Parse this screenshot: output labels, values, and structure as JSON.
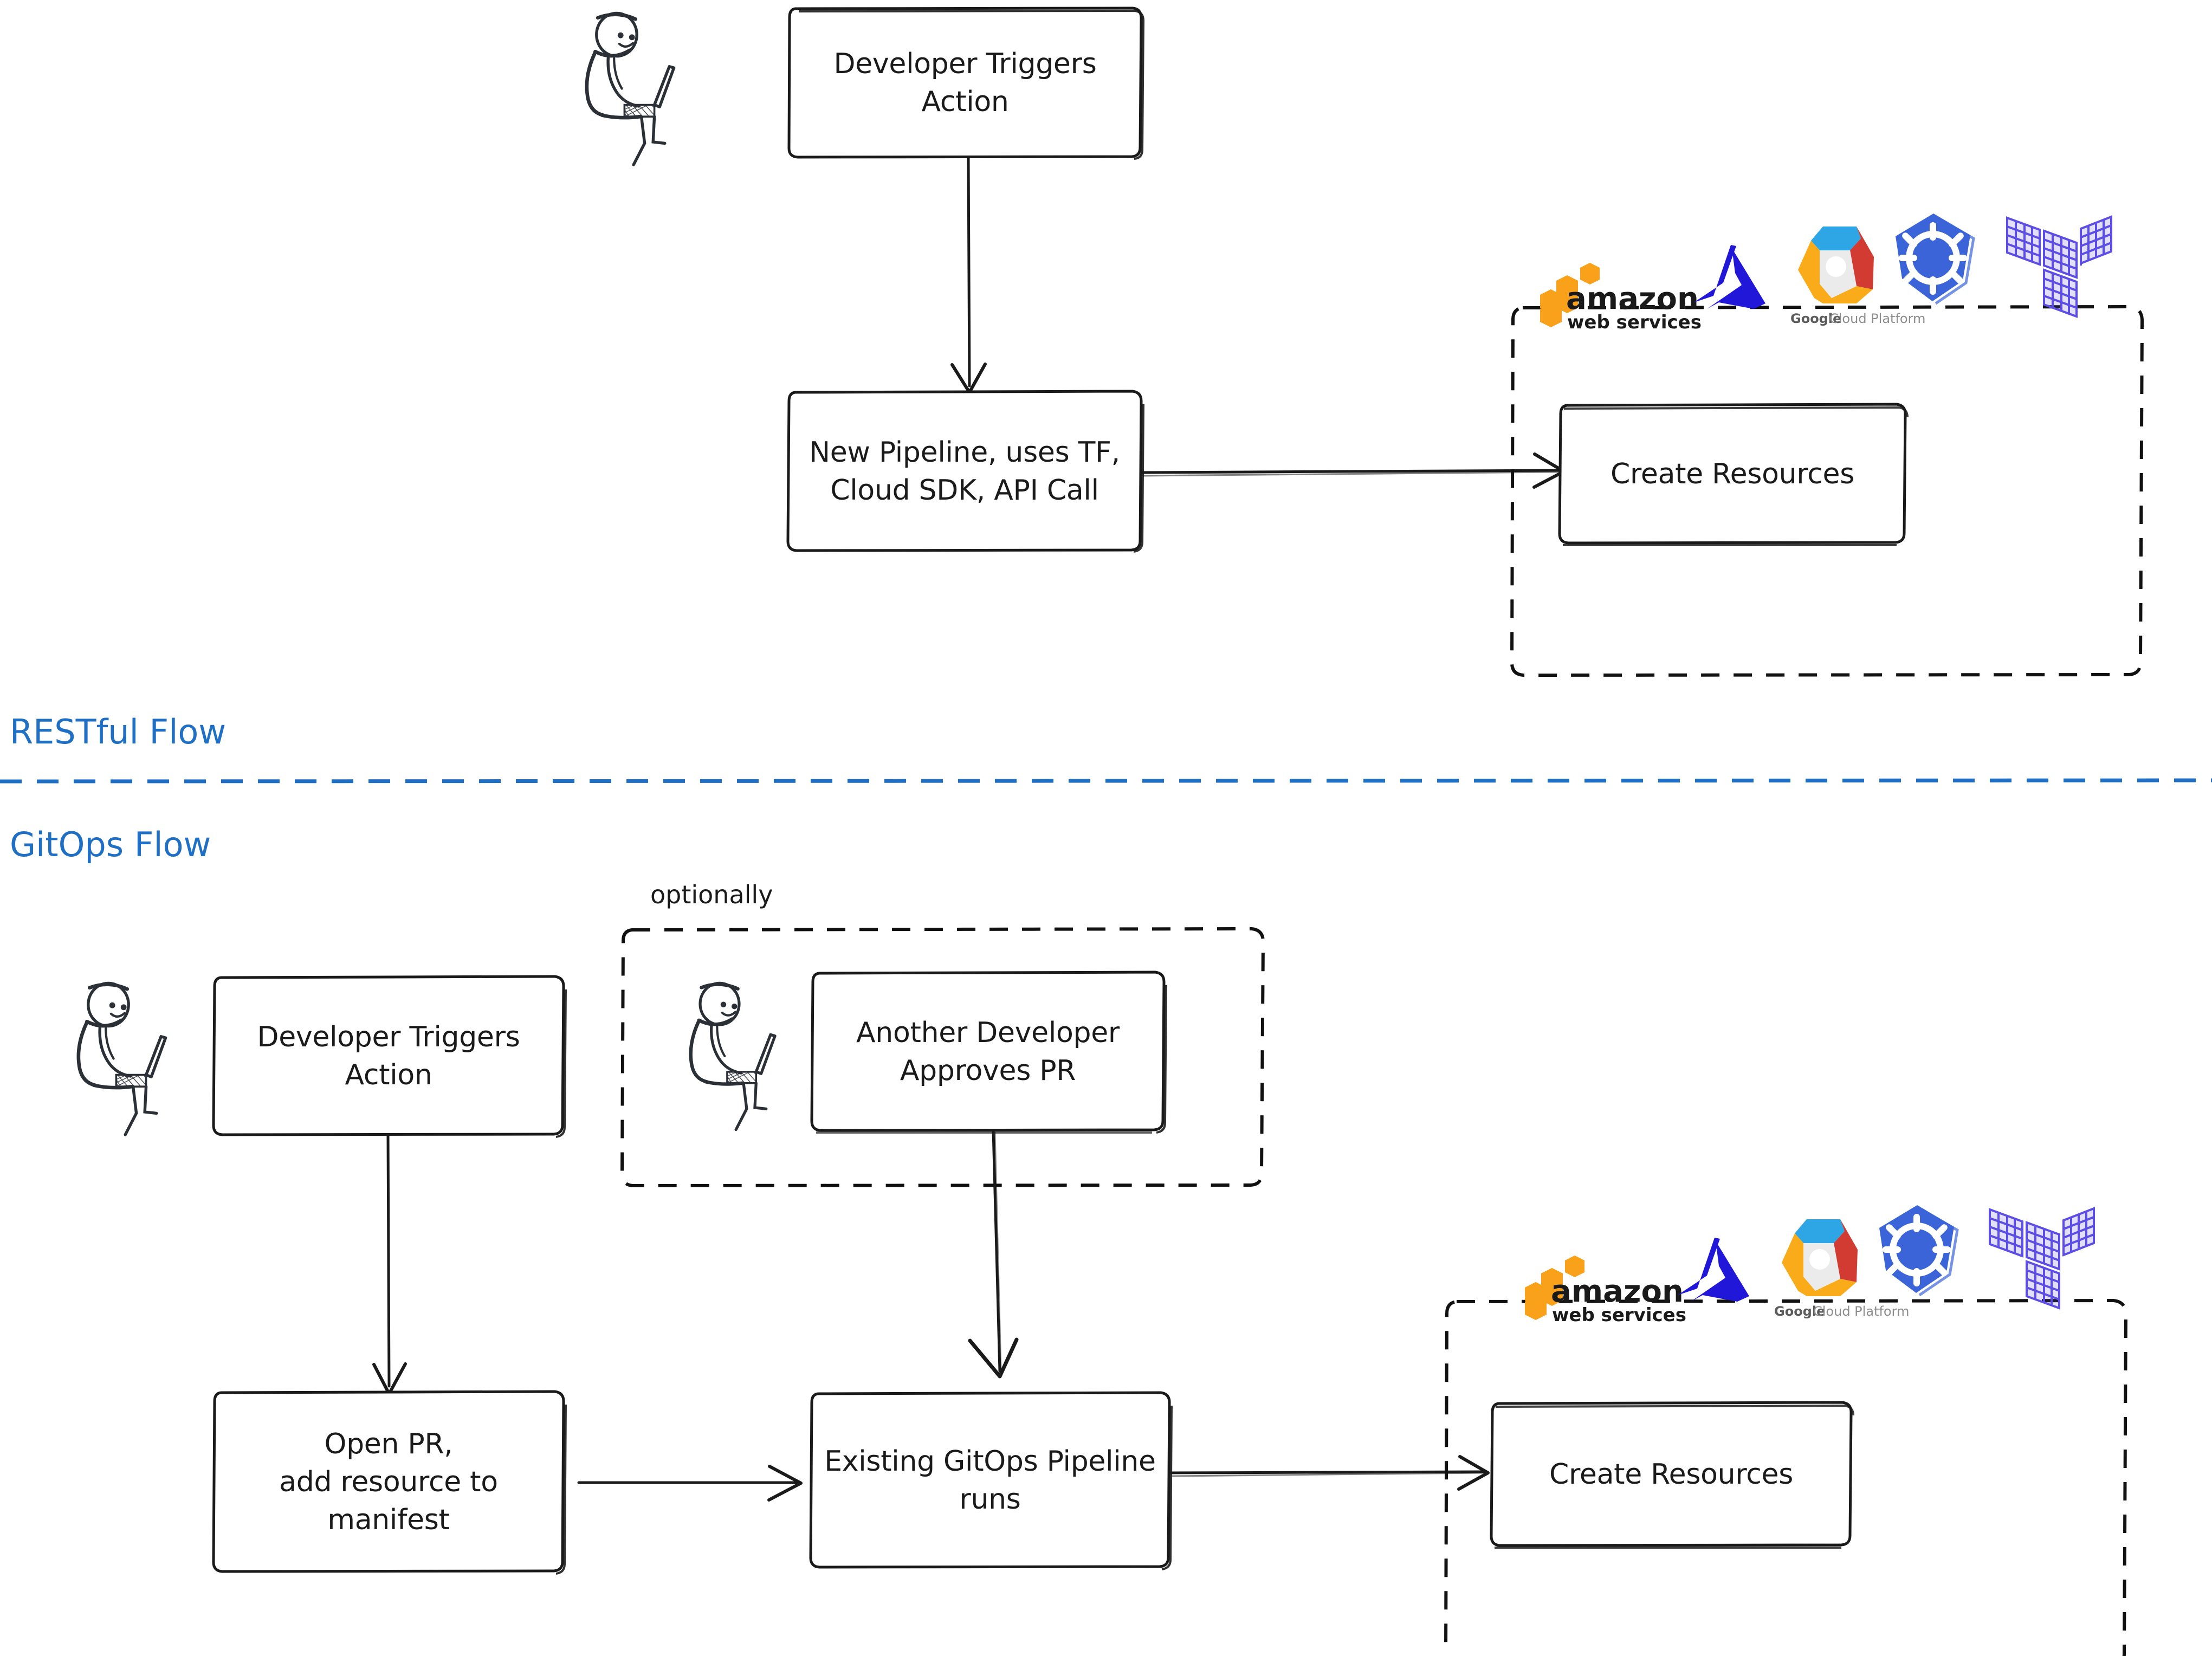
{
  "diagram": {
    "title_colors": {
      "section_heading": "#1f6fc4",
      "node_text": "#1a1a1a",
      "stroke": "#2b2f36",
      "dashed_divider": "#1f6fc4",
      "dashed_group": "#111111"
    },
    "sections": [
      {
        "id": "restful",
        "label": "RESTful Flow"
      },
      {
        "id": "gitops",
        "label": "GitOps Flow"
      }
    ],
    "divider": {
      "style": "dashed",
      "color": "#1f6fc4"
    },
    "restful_flow": {
      "actors": [
        {
          "name": "developer-at-laptop",
          "icon": "person-with-laptop-icon"
        }
      ],
      "nodes": [
        {
          "id": "rf-trigger",
          "label": "Developer Triggers\nAction",
          "shape": "rounded-rect"
        },
        {
          "id": "rf-pipeline",
          "label": "New Pipeline, uses TF,\nCloud SDK, API Call",
          "shape": "rounded-rect"
        },
        {
          "id": "rf-create",
          "label": "Create Resources",
          "shape": "rounded-rect"
        }
      ],
      "group": {
        "id": "rf-cloud-group",
        "style": "dashed",
        "label": ""
      },
      "edges": [
        {
          "from": "rf-trigger",
          "to": "rf-pipeline",
          "direction": "down"
        },
        {
          "from": "rf-pipeline",
          "to": "rf-create",
          "direction": "right"
        }
      ],
      "logos": [
        {
          "name": "aws-logo",
          "caption_primary": "amazon",
          "caption_secondary": "web services",
          "color": "#F9A11B"
        },
        {
          "name": "azure-logo",
          "caption_primary": "",
          "caption_secondary": "",
          "color": "#2017D8"
        },
        {
          "name": "gcp-logo",
          "caption_primary": "Google",
          "caption_secondary": "Cloud Platform",
          "color": "#4285F4"
        },
        {
          "name": "kubernetes-logo",
          "caption_primary": "",
          "caption_secondary": "",
          "color": "#3A64D8"
        },
        {
          "name": "terraform-logo",
          "caption_primary": "",
          "caption_secondary": "",
          "color": "#5C4EE5"
        }
      ]
    },
    "gitops_flow": {
      "actors": [
        {
          "name": "developer-at-laptop",
          "icon": "person-with-laptop-icon"
        },
        {
          "name": "another-developer-at-laptop",
          "icon": "person-with-laptop-icon"
        }
      ],
      "optional_label": "optionally",
      "nodes": [
        {
          "id": "gf-trigger",
          "label": "Developer Triggers\nAction",
          "shape": "rounded-rect"
        },
        {
          "id": "gf-approve",
          "label": "Another Developer\nApproves PR",
          "shape": "rounded-rect"
        },
        {
          "id": "gf-openpr",
          "label": "Open PR,\nadd resource to\nmanifest",
          "shape": "rounded-rect"
        },
        {
          "id": "gf-pipeline",
          "label": "Existing GitOps Pipeline\nruns",
          "shape": "rounded-rect"
        },
        {
          "id": "gf-create",
          "label": "Create Resources",
          "shape": "rounded-rect"
        }
      ],
      "groups": [
        {
          "id": "gf-optional-group",
          "style": "dashed",
          "label": "optionally"
        },
        {
          "id": "gf-cloud-group",
          "style": "dashed",
          "label": ""
        }
      ],
      "edges": [
        {
          "from": "gf-trigger",
          "to": "gf-openpr",
          "direction": "down"
        },
        {
          "from": "gf-openpr",
          "to": "gf-pipeline",
          "direction": "right"
        },
        {
          "from": "gf-approve",
          "to": "gf-pipeline",
          "direction": "down"
        },
        {
          "from": "gf-pipeline",
          "to": "gf-create",
          "direction": "right"
        }
      ],
      "logos": [
        {
          "name": "aws-logo",
          "caption_primary": "amazon",
          "caption_secondary": "web services",
          "color": "#F9A11B"
        },
        {
          "name": "azure-logo",
          "caption_primary": "",
          "caption_secondary": "",
          "color": "#2017D8"
        },
        {
          "name": "gcp-logo",
          "caption_primary": "Google",
          "caption_secondary": "Cloud Platform",
          "color": "#4285F4"
        },
        {
          "name": "kubernetes-logo",
          "caption_primary": "",
          "caption_secondary": "",
          "color": "#3A64D8"
        },
        {
          "name": "terraform-logo",
          "caption_primary": "",
          "caption_secondary": "",
          "color": "#5C4EE5"
        }
      ]
    }
  }
}
